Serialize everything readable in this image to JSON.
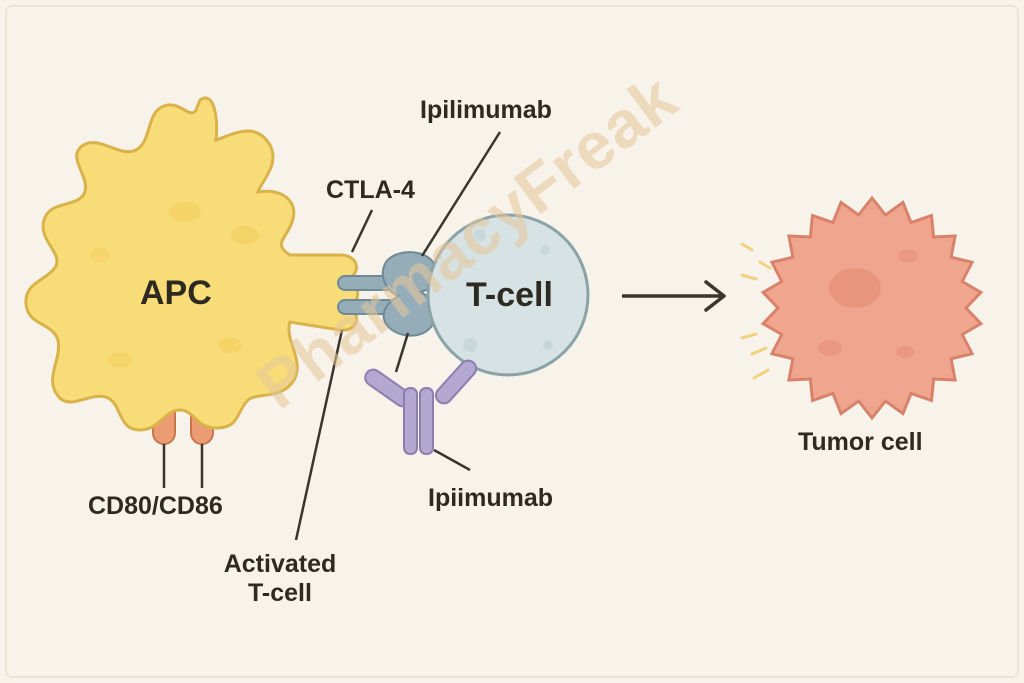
{
  "labels": {
    "apc": "APC",
    "t_cell": "T-cell",
    "ctla4": "CTLA-4",
    "ipilimumab_top": "Ipilimumab",
    "ipilimumab_bottom": "Ipiimumab",
    "cd80_cd86": "CD80/CD86",
    "activated_t_cell_line1": "Activated",
    "activated_t_cell_line2": "T-cell",
    "tumor_cell": "Tumor cell"
  },
  "watermark": "PharmacyFreak",
  "colors": {
    "background": "#f7f3ea",
    "apc_fill": "#f8dc78",
    "apc_stroke": "#d9b24a",
    "t_cell_fill": "#d6e2e3",
    "t_cell_stroke": "#8aa3a6",
    "receptor_fill": "#95adb9",
    "antibody_fill": "#b3a8cf",
    "cd80_fill": "#ec9c72",
    "tumor_fill": "#f0a58e",
    "tumor_stroke": "#d9826b",
    "burst": "#f1d27e",
    "line": "#3a362d",
    "text": "#2e2a22"
  }
}
